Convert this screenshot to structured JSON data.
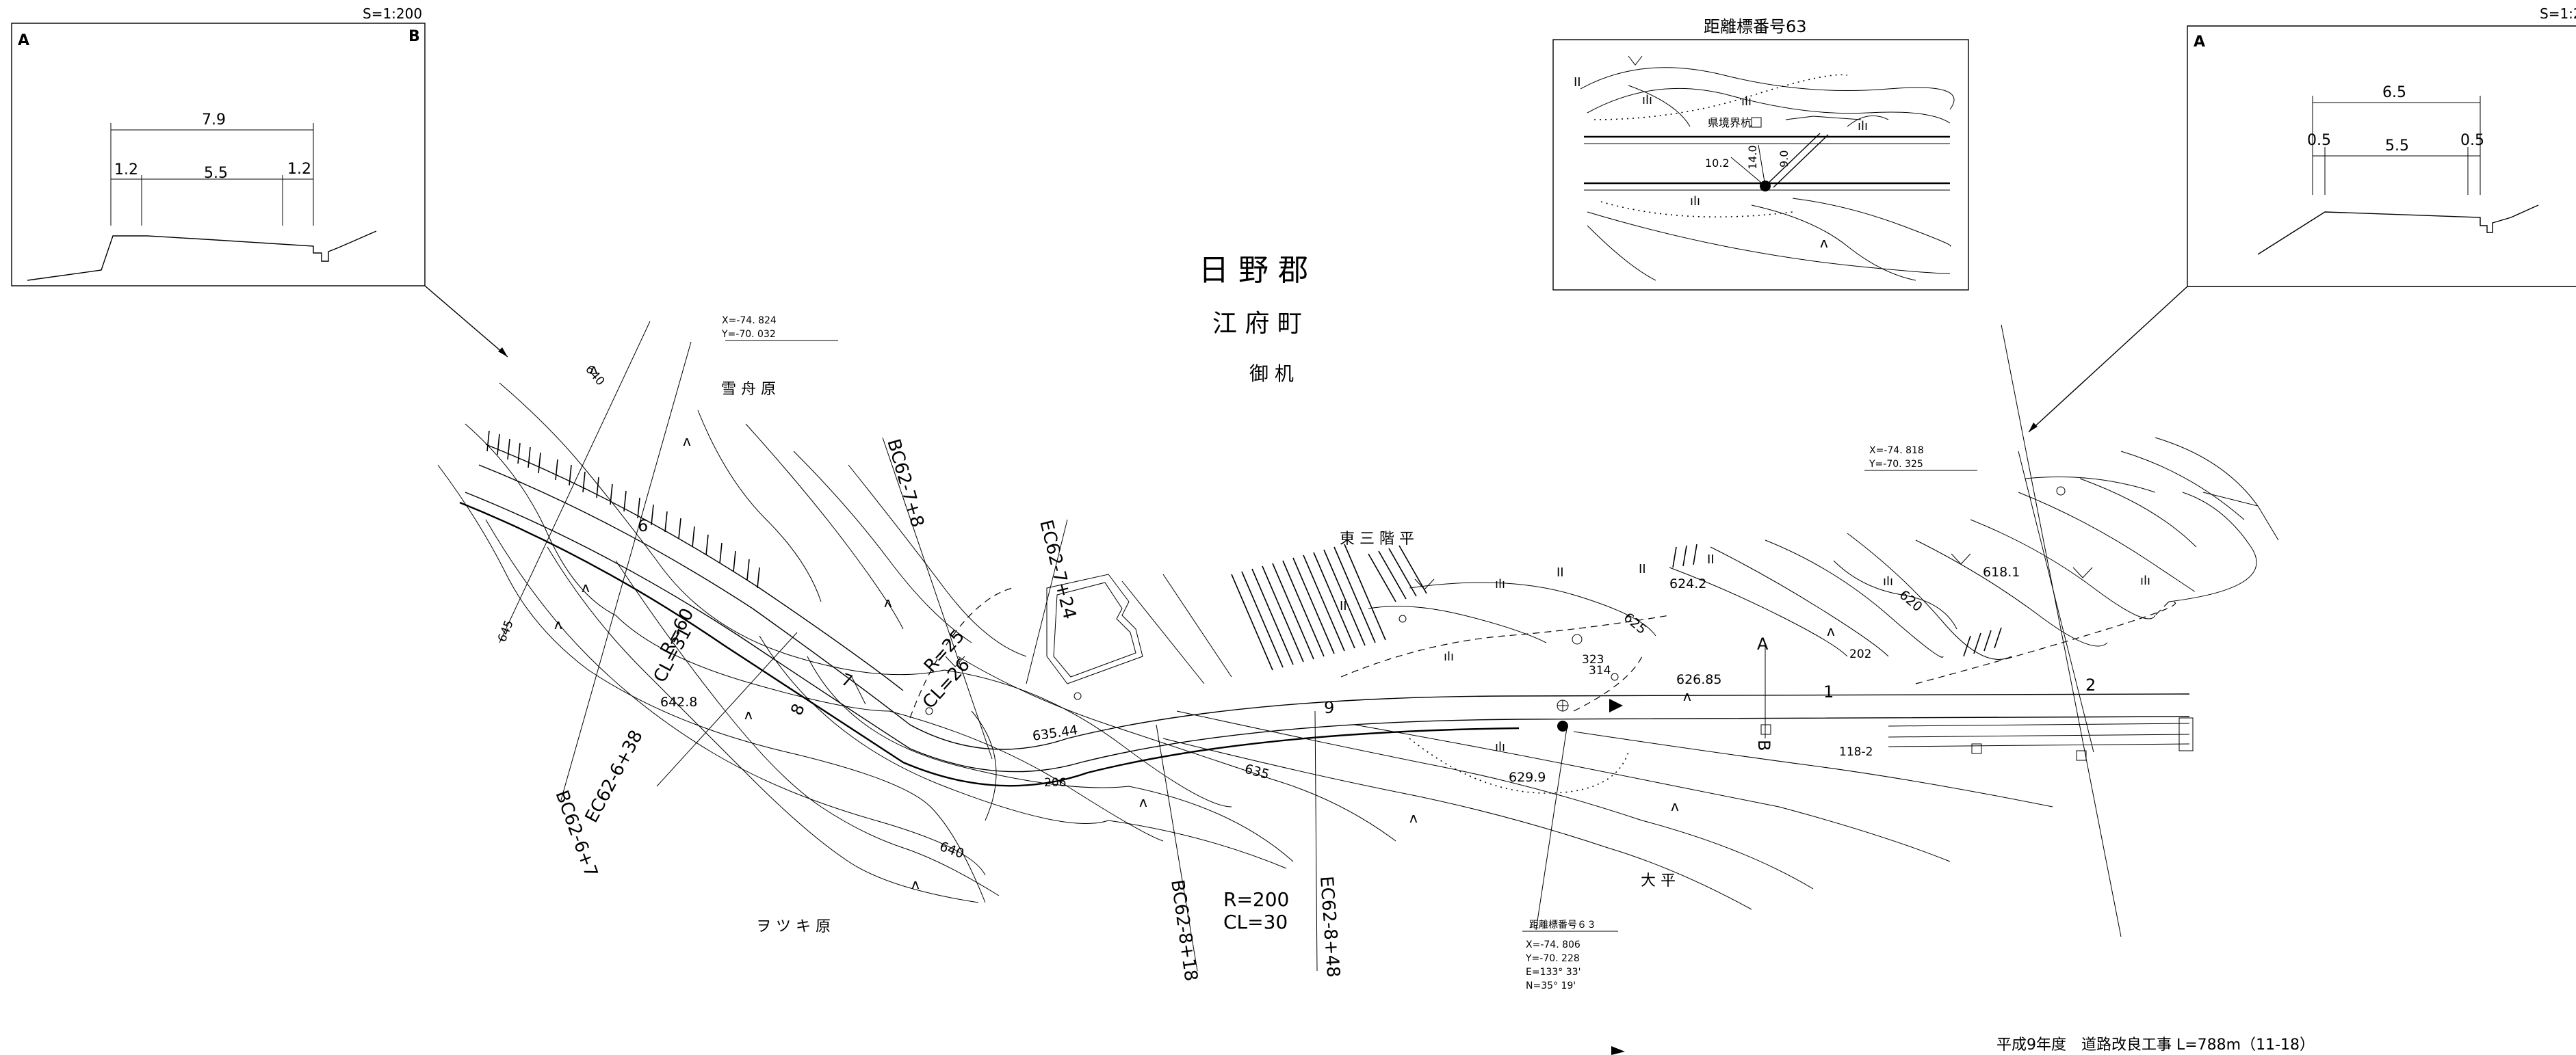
{
  "scales": {
    "left": "S=1:200",
    "right": "S=1:2"
  },
  "left_section": {
    "label_a": "A",
    "label_b": "B",
    "total_width": "7.9",
    "left_shoulder": "1.2",
    "carriageway": "5.5",
    "right_shoulder": "1.2"
  },
  "right_section": {
    "label_a": "A",
    "total_width": "6.5",
    "left_shoulder": "0.5",
    "carriageway": "5.5",
    "right_shoulder": "0.5"
  },
  "inset": {
    "title": "距離標番号63",
    "boundary_label": "県境界杭",
    "dim_a": "10.2",
    "dim_b": "14.0",
    "dim_c": "9.0",
    "marks": [
      "II",
      "ılı",
      "ılı",
      "ılı",
      "ılı",
      "ʌ"
    ]
  },
  "place_title": {
    "district": "日 野 郡",
    "town": "江 府 町",
    "area": "御 机"
  },
  "place_names": {
    "yukifunebara": "雪 舟 原",
    "higashi_sankaidaira": "東 三 階 平",
    "otaira": "大 平",
    "yotsukibara": "ヲ ツ キ 原"
  },
  "coords": {
    "left": [
      "X=-74. 824",
      "Y=-70. 032"
    ],
    "right": [
      "X=-74. 818",
      "Y=-70. 325"
    ],
    "bottom_title": "距離標番号６３",
    "bottom": [
      "X=-74. 806",
      "Y=-70. 228",
      "E=133° 33'",
      "N=35° 19'"
    ]
  },
  "curve_labels": {
    "bc1": "BC62-6+7",
    "ec1": "EC62-6+38",
    "r1": "R=60",
    "cl1": "CL=31",
    "bc2": "BC62-7+8",
    "ec2": "EC62-7+24",
    "r2": "R=25",
    "cl2": "CL=26",
    "bc3": "BC62-8+18",
    "ec3": "EC62-8+48",
    "r3": "R=200",
    "cl3": "CL=30"
  },
  "stations": {
    "s6": "6",
    "s7": "7",
    "s8": "8",
    "s9": "9",
    "s1": "1",
    "s2": "2",
    "sec_a": "A",
    "sec_b": "B"
  },
  "elevations": {
    "e640a": "640",
    "e645": "645",
    "e6428": "642.8",
    "e63544": "635.44",
    "e206": "206",
    "e635": "635",
    "e640b": "640",
    "e6299": "629.9",
    "e6242": "624.2",
    "e625": "625",
    "e323": "323",
    "e314": "314",
    "e62685": "626.85",
    "e202": "202",
    "e1182": "118-2",
    "e620": "620",
    "e6181": "618.1"
  },
  "veg_marks": [
    "ʌ",
    "ʌ",
    "ʌ",
    "ʌ",
    "ʌ",
    "ʌ",
    "ʌ",
    "ʌ",
    "ʌ",
    "ʌ",
    "ʌ",
    "ʌ",
    "II",
    "II",
    "II",
    "II",
    "ılı",
    "ılı",
    "ılı",
    "ılı",
    "ılı"
  ],
  "footer": "平成9年度　道路改良工事 L=788m（11-18）"
}
